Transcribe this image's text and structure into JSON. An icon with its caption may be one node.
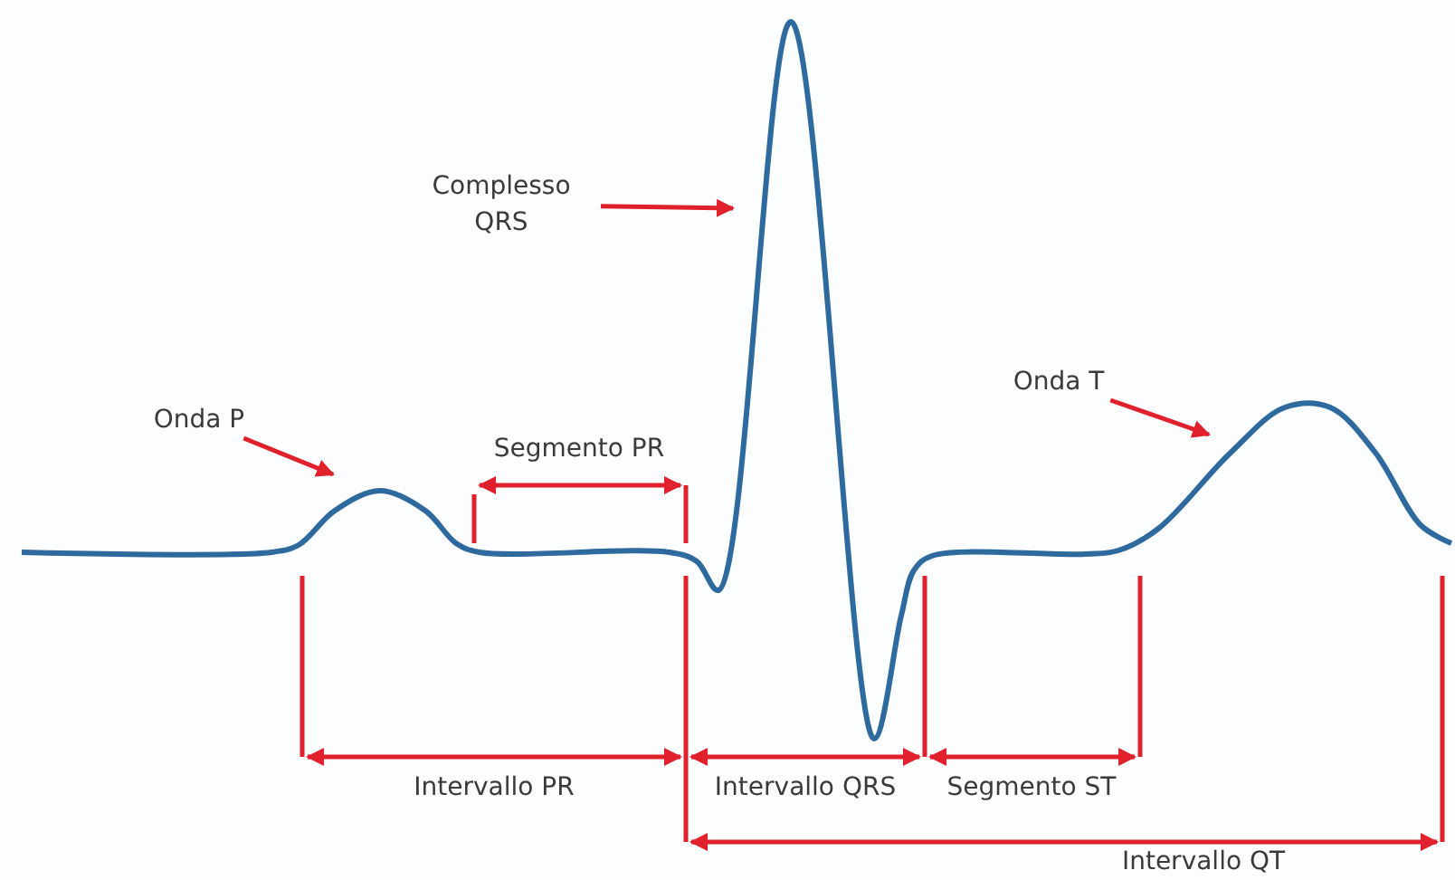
{
  "diagram": {
    "nodes": [
      {
        "text": [
          "Onda P"
        ]
      },
      {
        "text": [
          "Complesso QRS"
        ]
      },
      {
        "text": [
          "Onda T"
        ]
      }
    ],
    "edges": [
      {
        "from": 0,
        "to": null,
        "arrow": "to"
      },
      {
        "from": 1,
        "to": null,
        "arrow": "to"
      },
      {
        "from": 2,
        "to": null,
        "arrow": "to"
      }
    ],
    "labels": [
      "Segmento PR",
      "Intervallo PR",
      "Intervallo QRS",
      "Segmento ST",
      "Intervallo QT"
    ]
  }
}
